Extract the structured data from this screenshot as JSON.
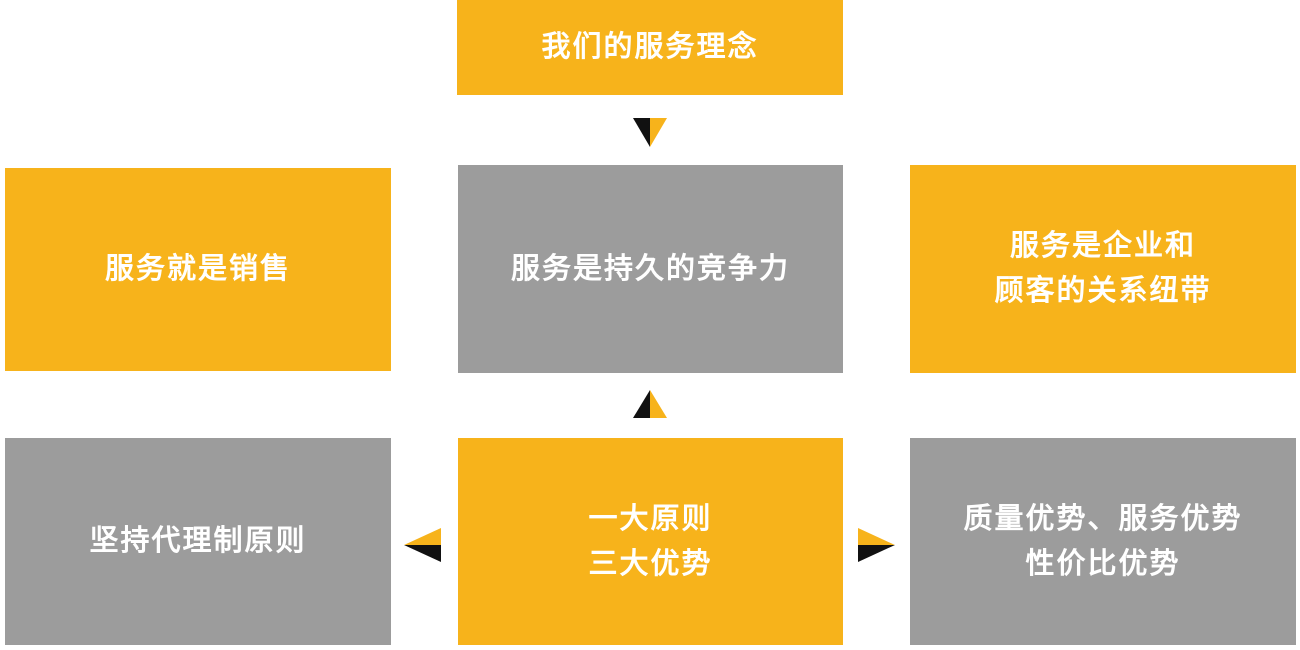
{
  "colors": {
    "yellow": "#F7B31B",
    "gray": "#9C9C9C",
    "black": "#111111",
    "text": "#FFFFFF"
  },
  "boxes": {
    "top": {
      "label": "我们的服务理念"
    },
    "mid_left": {
      "label": "服务就是销售"
    },
    "mid_center": {
      "label": "服务是持久的竞争力"
    },
    "mid_right": {
      "line1": "服务是企业和",
      "line2": "顾客的关系纽带"
    },
    "bottom_left": {
      "label": "坚持代理制原则"
    },
    "bottom_center": {
      "line1": "一大原则",
      "line2": "三大优势"
    },
    "bottom_right": {
      "line1": "质量优势、服务优势",
      "line2": "性价比优势"
    }
  }
}
